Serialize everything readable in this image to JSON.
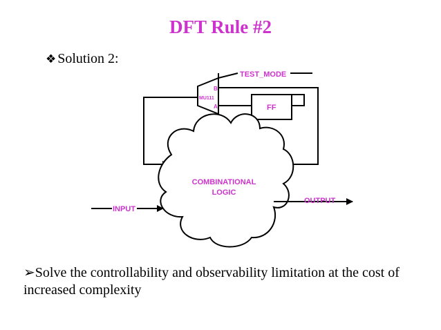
{
  "title": "DFT Rule #2",
  "bullets": [
    {
      "symbol": "❖",
      "text": "Solution 2:"
    },
    {
      "symbol": "➢",
      "text": "Solve the controllability and observability limitation at the cost of increased complexity"
    }
  ],
  "diagram": {
    "test_mode_label": "TEST_MODE",
    "mux_label": "MU111",
    "mux_input_b": "B",
    "mux_input_a": "A",
    "ff_label": "FF",
    "logic_label_line1": "COMBINATIONAL",
    "logic_label_line2": "LOGIC",
    "input_label": "INPUT",
    "output_label": "OUTPUT"
  },
  "colors": {
    "accent": "#cc33cc",
    "text": "#000000",
    "line": "#000000"
  }
}
